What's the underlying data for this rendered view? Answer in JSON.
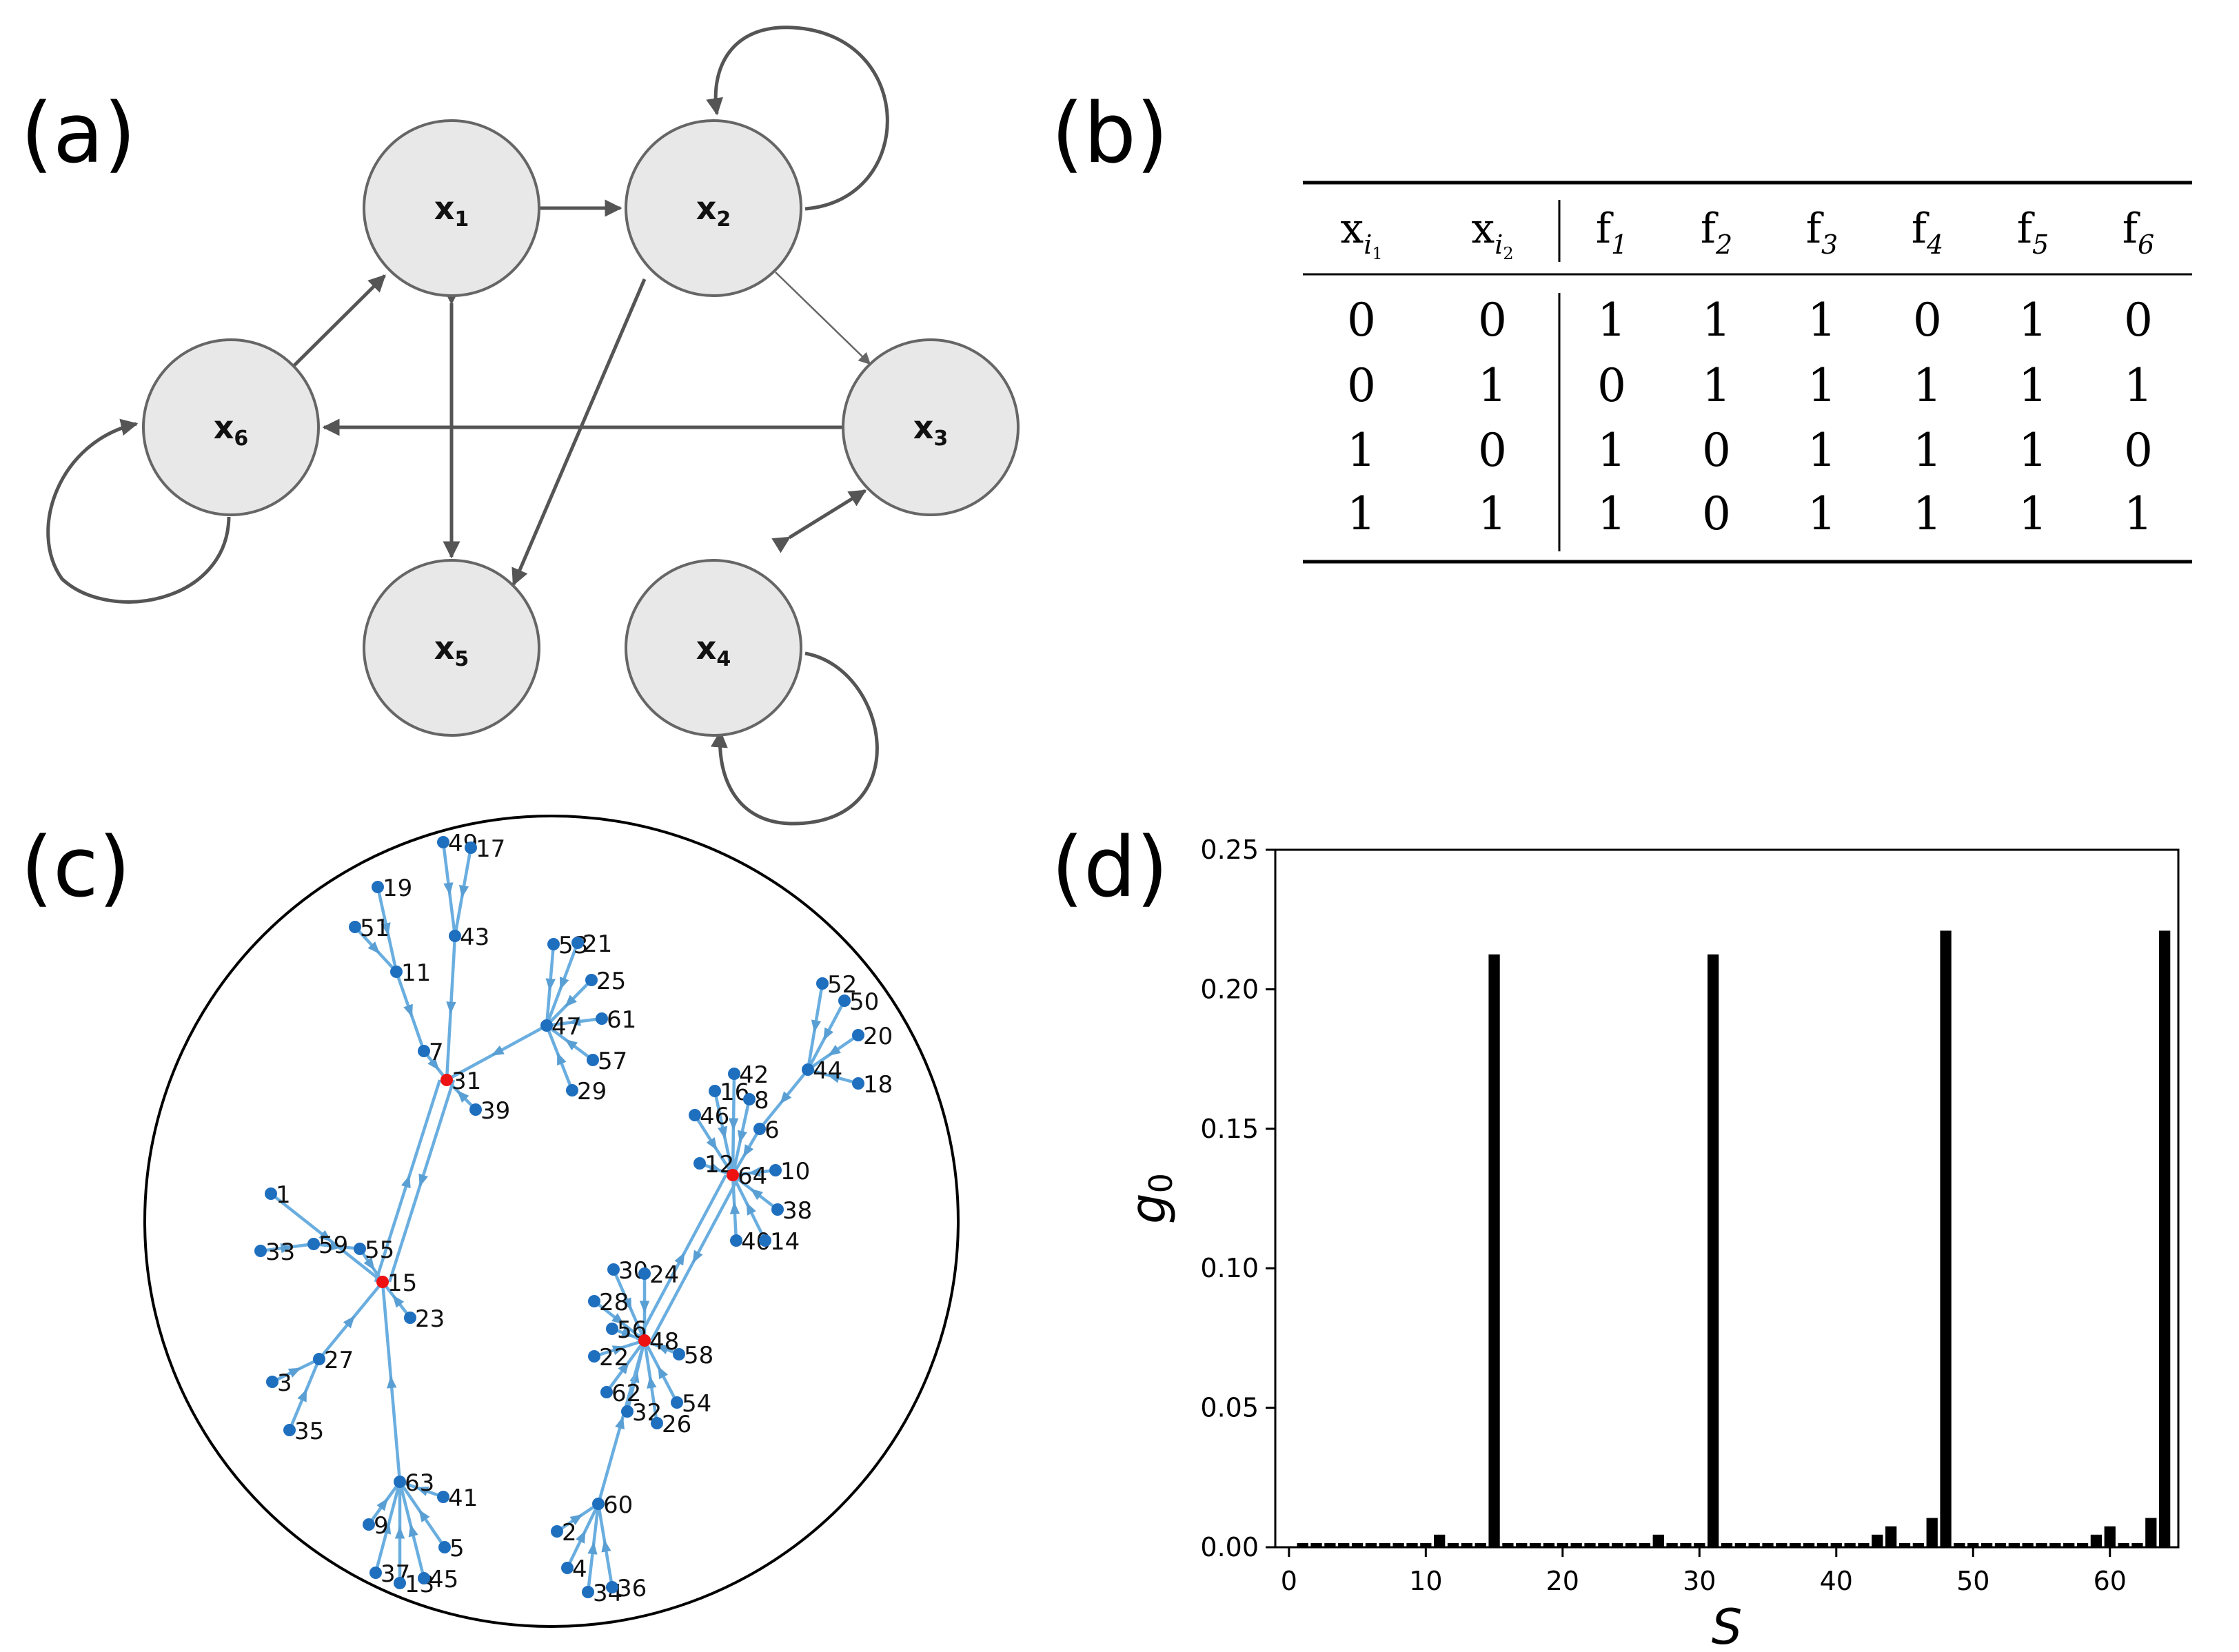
{
  "panel_labels": [
    "(a)",
    "(b)",
    "(c)",
    "(d)"
  ],
  "network_a": {
    "nodes": [
      {
        "id": "x1",
        "base": "x",
        "sub": "1"
      },
      {
        "id": "x2",
        "base": "x",
        "sub": "2"
      },
      {
        "id": "x3",
        "base": "x",
        "sub": "3"
      },
      {
        "id": "x4",
        "base": "x",
        "sub": "4"
      },
      {
        "id": "x5",
        "base": "x",
        "sub": "5"
      },
      {
        "id": "x6",
        "base": "x",
        "sub": "6"
      }
    ],
    "edges": [
      {
        "from": "x1",
        "to": "x2"
      },
      {
        "from": "x2",
        "to": "x3"
      },
      {
        "from": "x2",
        "to": "x5"
      },
      {
        "from": "x3",
        "to": "x6"
      },
      {
        "from": "x3",
        "to": "x4"
      },
      {
        "from": "x4",
        "to": "x3"
      },
      {
        "from": "x6",
        "to": "x1"
      },
      {
        "from": "x1",
        "to": "x5"
      },
      {
        "from": "x5",
        "to": "x1"
      },
      {
        "from": "x2",
        "to": "x2"
      },
      {
        "from": "x4",
        "to": "x4"
      },
      {
        "from": "x6",
        "to": "x6"
      }
    ]
  },
  "truth_table": {
    "headers": [
      {
        "base": "x",
        "sub": "i",
        "subsub": "1"
      },
      {
        "base": "x",
        "sub": "i",
        "subsub": "2"
      },
      {
        "base": "f",
        "sub": "1"
      },
      {
        "base": "f",
        "sub": "2"
      },
      {
        "base": "f",
        "sub": "3"
      },
      {
        "base": "f",
        "sub": "4"
      },
      {
        "base": "f",
        "sub": "5"
      },
      {
        "base": "f",
        "sub": "6"
      }
    ],
    "rows": [
      [
        "0",
        "0",
        "1",
        "1",
        "1",
        "0",
        "1",
        "0"
      ],
      [
        "0",
        "1",
        "0",
        "1",
        "1",
        "1",
        "1",
        "1"
      ],
      [
        "1",
        "0",
        "1",
        "0",
        "1",
        "1",
        "1",
        "0"
      ],
      [
        "1",
        "1",
        "1",
        "0",
        "1",
        "1",
        "1",
        "1"
      ]
    ]
  },
  "state_graph": {
    "attractors": [
      "31",
      "15",
      "64",
      "48"
    ],
    "nodes": [
      "49",
      "17",
      "19",
      "51",
      "43",
      "11",
      "7",
      "31",
      "39",
      "53",
      "21",
      "25",
      "61",
      "47",
      "57",
      "29",
      "52",
      "50",
      "20",
      "44",
      "18",
      "42",
      "16",
      "8",
      "46",
      "6",
      "12",
      "64",
      "10",
      "38",
      "40",
      "14",
      "1",
      "59",
      "55",
      "33",
      "15",
      "23",
      "30",
      "24",
      "28",
      "56",
      "48",
      "58",
      "22",
      "62",
      "54",
      "32",
      "26",
      "27",
      "3",
      "35",
      "63",
      "41",
      "9",
      "5",
      "37",
      "13",
      "45",
      "60",
      "2",
      "4",
      "34",
      "36"
    ]
  },
  "chart_data": {
    "type": "bar",
    "xlabel": "S",
    "ylabel": "g",
    "ylabel_sub": "0",
    "xlim": [
      -1,
      65
    ],
    "ylim": [
      0,
      0.25
    ],
    "xticks": [
      0,
      10,
      20,
      30,
      40,
      50,
      60
    ],
    "yticks": [
      "0.00",
      "0.05",
      "0.10",
      "0.15",
      "0.20",
      "0.25"
    ],
    "x": [
      1,
      2,
      3,
      4,
      5,
      6,
      7,
      8,
      9,
      10,
      11,
      12,
      13,
      14,
      15,
      16,
      17,
      18,
      19,
      20,
      21,
      22,
      23,
      24,
      25,
      26,
      27,
      28,
      29,
      30,
      31,
      32,
      33,
      34,
      35,
      36,
      37,
      38,
      39,
      40,
      41,
      42,
      43,
      44,
      45,
      46,
      47,
      48,
      49,
      50,
      51,
      52,
      53,
      54,
      55,
      56,
      57,
      58,
      59,
      60,
      61,
      62,
      63,
      64
    ],
    "values": [
      0.0015,
      0.0015,
      0.0015,
      0.0015,
      0.0015,
      0.0015,
      0.0015,
      0.0015,
      0.0015,
      0.0015,
      0.0045,
      0.0015,
      0.0015,
      0.0015,
      0.2125,
      0.0015,
      0.0015,
      0.0015,
      0.0015,
      0.0015,
      0.0015,
      0.0015,
      0.0015,
      0.0015,
      0.0015,
      0.0015,
      0.0045,
      0.0015,
      0.0015,
      0.0015,
      0.2125,
      0.0015,
      0.0015,
      0.0015,
      0.0015,
      0.0015,
      0.0015,
      0.0015,
      0.0015,
      0.0015,
      0.0015,
      0.0015,
      0.0045,
      0.0075,
      0.0015,
      0.0015,
      0.0105,
      0.221,
      0.0015,
      0.0015,
      0.0015,
      0.0015,
      0.0015,
      0.0015,
      0.0015,
      0.0015,
      0.0015,
      0.0015,
      0.0045,
      0.0075,
      0.0015,
      0.0015,
      0.0105,
      0.221
    ],
    "bar_color": "#000000",
    "grid": false
  }
}
